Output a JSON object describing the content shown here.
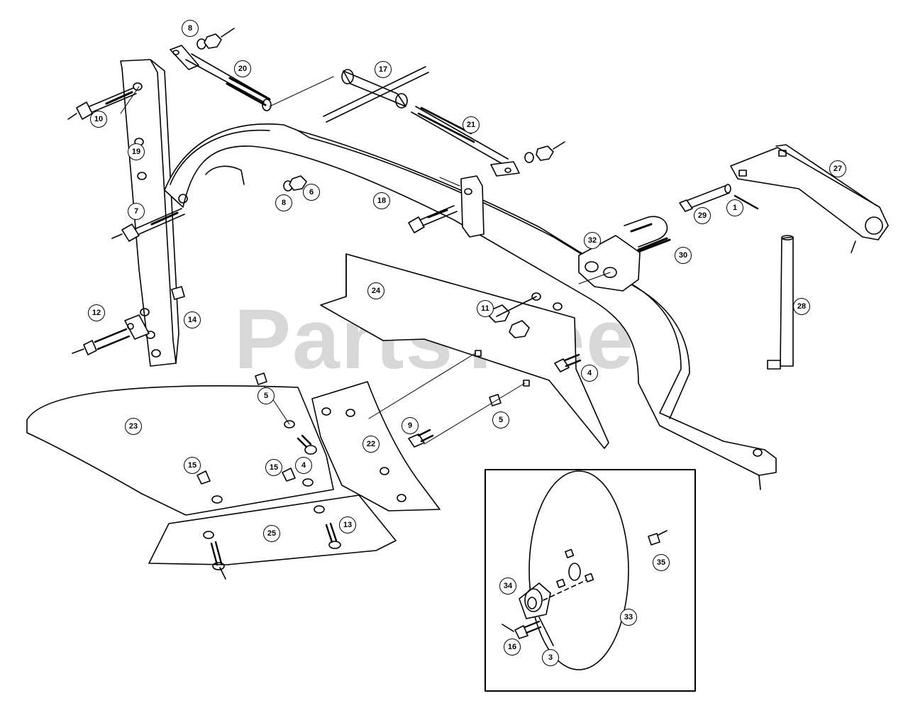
{
  "watermark": {
    "text": "PartsTree",
    "trademark": "™"
  },
  "colors": {
    "line": "#000000",
    "watermark": "#d7d7d7",
    "background": "#ffffff"
  },
  "callouts": [
    "8",
    "20",
    "17",
    "10",
    "21",
    "19",
    "8",
    "6",
    "18",
    "27",
    "7",
    "1",
    "29",
    "32",
    "30",
    "24",
    "11",
    "12",
    "14",
    "28",
    "4",
    "5",
    "23",
    "9",
    "5",
    "22",
    "15",
    "15",
    "4",
    "25",
    "13",
    "34",
    "35",
    "33",
    "16",
    "3"
  ]
}
